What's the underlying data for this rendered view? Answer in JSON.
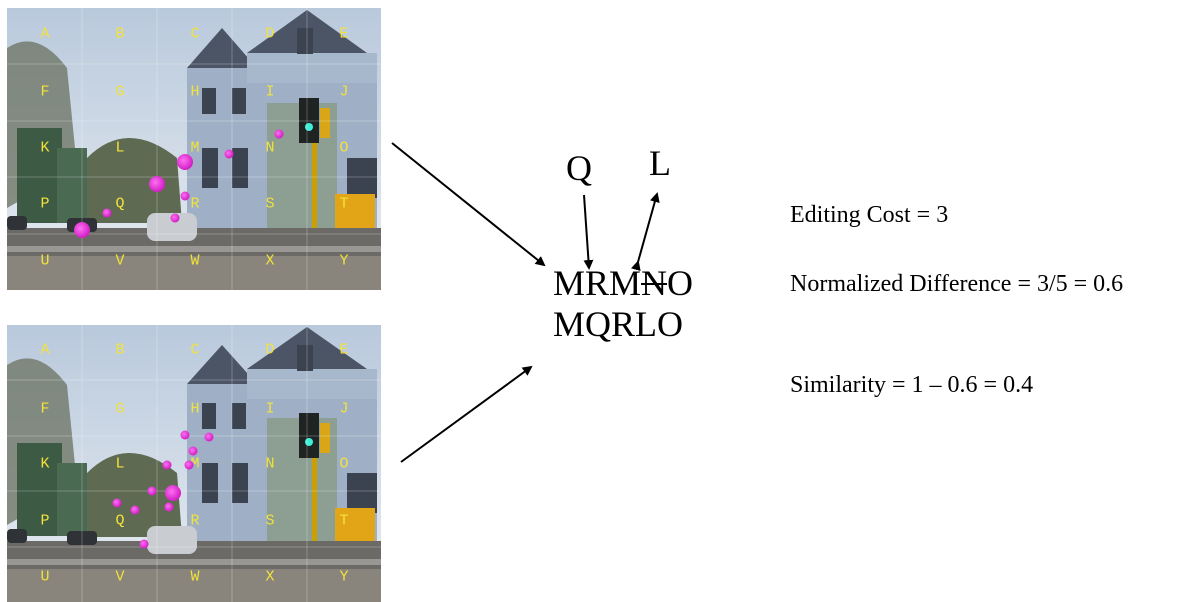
{
  "grid_labels": [
    "A",
    "B",
    "C",
    "D",
    "E",
    "F",
    "G",
    "H",
    "I",
    "J",
    "K",
    "L",
    "M",
    "N",
    "O",
    "P",
    "Q",
    "R",
    "S",
    "T",
    "U",
    "V",
    "W",
    "X",
    "Y"
  ],
  "sequences": {
    "top_prefix": "MRM",
    "top_deleted": "N",
    "top_suffix": "O",
    "bottom": "MQRLO"
  },
  "edits": {
    "insertion": "Q",
    "substitution": "L"
  },
  "metrics": {
    "editing_cost": "Editing Cost = 3",
    "normalized_difference": "Normalized Difference = 3/5 = 0.6",
    "similarity": "Similarity = 1 – 0.6 = 0.4"
  },
  "colors": {
    "grid_label": "#f2e23a",
    "fixation": "#d21fc4",
    "sky": "#dfe6ee",
    "house": "#9fb0c6"
  }
}
